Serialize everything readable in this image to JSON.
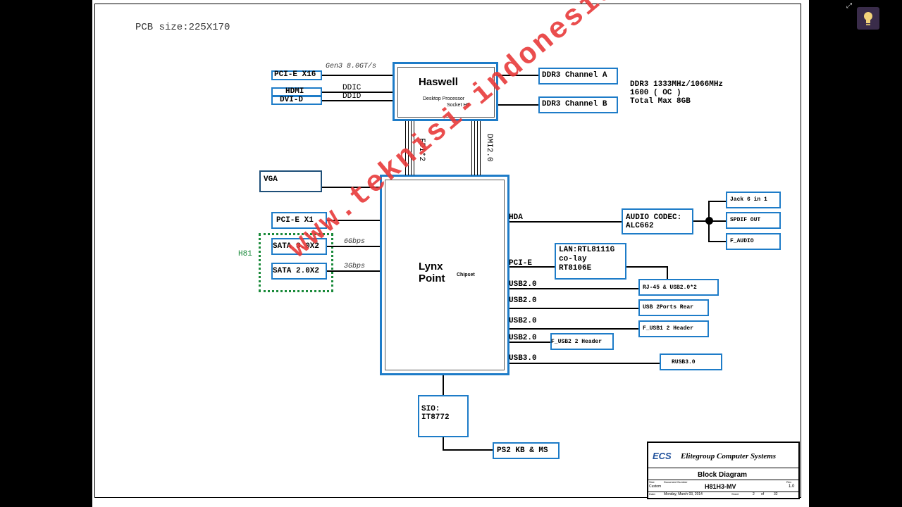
{
  "header": {
    "pcb_size": "PCB size:225X170"
  },
  "cpu": {
    "title": "Haswell",
    "line1": "Desktop Processor",
    "line2": "Socket H3"
  },
  "pch": {
    "line1": "Lynx",
    "line2": "Point",
    "tag": "Chipset"
  },
  "left_ports": {
    "pcie_x16": "PCI-E X16",
    "gen3": "Gen3 8.0GT/s",
    "hdmi": "HDMI",
    "dvi": "DVI-D",
    "ddic": "DDIC",
    "ddid": "DDID",
    "vga": "VGA",
    "pcie_x1": "PCI-E X1",
    "sata3": "SATA 3.0X2",
    "sata2": "SATA 2.0X2",
    "sata3_speed": "6Gbps",
    "sata2_speed": "3Gbps",
    "h81": "H81"
  },
  "links": {
    "fdi": "FDI*2",
    "dmi": "DMI2.0"
  },
  "memory": {
    "channel_a": "DDR3 Channel A",
    "channel_b": "DDR3 Channel B",
    "note1": "DDR3 1333MHz/1066MHz",
    "note2": "1600 ( OC )",
    "note3": "Total Max 8GB"
  },
  "right": {
    "hda": "HDA",
    "audio1": "AUDIO CODEC:",
    "audio2": "ALC662",
    "jack": "Jack 6 in 1",
    "spdif": "SPDIF OUT",
    "faudio": "F_AUDIO",
    "pcie": "PCI-E",
    "lan1": "LAN:RTL8111G",
    "lan2": "co-lay",
    "lan3": "RT8106E",
    "usb1": "USB2.0",
    "usb2": "USB2.0",
    "usb3": "USB2.0",
    "usb4": "USB2.0",
    "usb30": "USB3.0",
    "rj45": "RJ-45 & USB2.0*2",
    "usb_rear": "USB 2Ports Rear",
    "fusb1": "F_USB1 2 Header",
    "fusb2": "F_USB2 2 Header",
    "rusb3": "RUSB3.0"
  },
  "sio": {
    "line1": "SIO:",
    "line2": "IT8772",
    "ps2": "PS2 KB & MS"
  },
  "title_block": {
    "logo": "ECS",
    "company": "Elitegroup Computer Systems",
    "title": "Block Diagram",
    "doc": "H81H3-MV",
    "rev": "1.0",
    "size_lbl": "Size",
    "size": "Custom",
    "docnum_lbl": "Document Number",
    "rev_lbl": "Rev",
    "date_lbl": "Date:",
    "date": "Monday, March 03, 2014",
    "sheet_lbl": "Sheet",
    "sheet": "2",
    "of": "of",
    "total": "32"
  },
  "watermark": "www.teknisi-indonesia.com",
  "colors": {
    "box_border": "#1e7cc8",
    "watermark": "#e83a3a",
    "sata_group": "#1a8a3a"
  },
  "icons": [
    "lightbulb-icon",
    "expand-icon"
  ]
}
